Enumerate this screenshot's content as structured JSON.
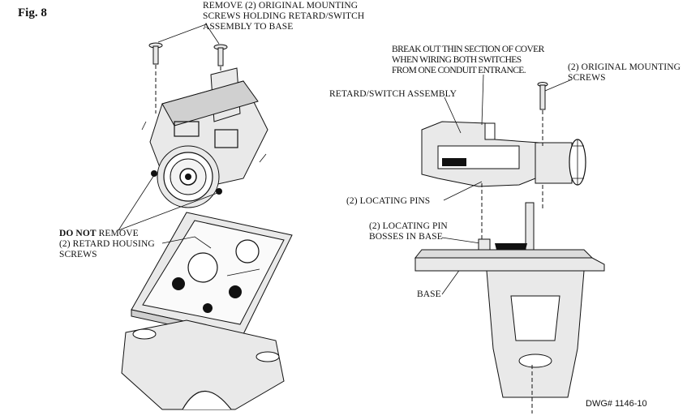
{
  "figure": {
    "label": "Fig. 8"
  },
  "callouts": {
    "remove_screws": [
      "REMOVE (2) ORIGINAL MOUNTING",
      "SCREWS HOLDING RETARD/SWITCH",
      "ASSEMBLY TO BASE"
    ],
    "do_not_remove_bold": "DO NOT",
    "do_not_remove_rest": " REMOVE",
    "do_not_remove_lines": [
      "(2) RETARD HOUSING",
      "SCREWS"
    ],
    "break_out": [
      "BREAK OUT THIN SECTION OF COVER",
      "WHEN WIRING BOTH SWITCHES",
      "FROM ONE CONDUIT ENTRANCE."
    ],
    "original_screws": [
      "(2) ORIGINAL MOUNTING",
      "SCREWS"
    ],
    "retard_assembly": "RETARD/SWITCH ASSEMBLY",
    "locating_pins": "(2) LOCATING PINS",
    "pin_bosses": [
      "(2) LOCATING PIN",
      "BOSSES IN BASE"
    ],
    "base": "BASE"
  },
  "drawing_number": "DWG# 1146-10"
}
